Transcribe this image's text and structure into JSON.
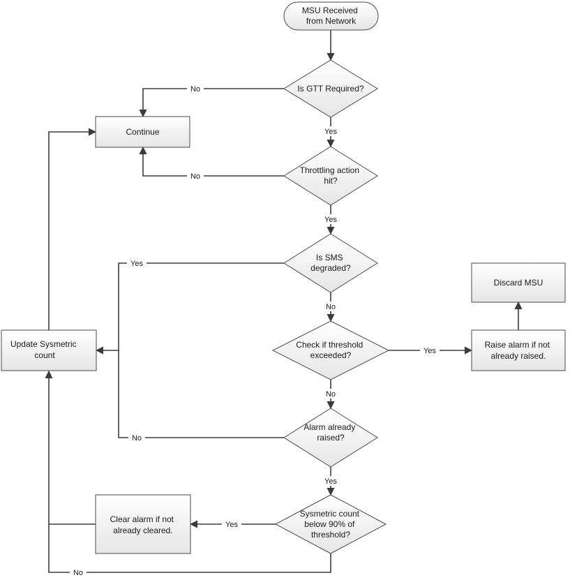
{
  "diagram": {
    "colors": {
      "line": "#3b3b3b",
      "shape_fill_top": "#ffffff",
      "shape_fill_bottom": "#e6e6e6",
      "shape_border": "#4a4a4a"
    },
    "nodes": {
      "start": [
        "MSU Received",
        "from Network"
      ],
      "gtt": [
        "Is GTT Required?"
      ],
      "continue": [
        "Continue"
      ],
      "throttle": [
        "Throttling action",
        "hit?"
      ],
      "sms": [
        "Is SMS",
        "degraded?"
      ],
      "discard": [
        "Discard MSU"
      ],
      "update": [
        "Update  Sysmetric",
        "count"
      ],
      "threshold": [
        "Check if threshold",
        "exceeded?"
      ],
      "raise": [
        "Raise alarm if not",
        "already raised."
      ],
      "raised": [
        "Alarm already",
        "raised?"
      ],
      "clear": [
        "Clear alarm if not",
        "already cleared."
      ],
      "below": [
        "Sysmetric count",
        "below 90% of",
        "threshold?"
      ]
    },
    "edge_labels": {
      "gtt_no": "No",
      "gtt_yes": "Yes",
      "throttle_no": "No",
      "throttle_yes": "Yes",
      "sms_yes": "Yes",
      "sms_no": "No",
      "threshold_yes": "Yes",
      "threshold_no": "No",
      "raised_no": "No",
      "raised_yes": "Yes",
      "below_yes": "Yes",
      "below_no": "No"
    }
  }
}
